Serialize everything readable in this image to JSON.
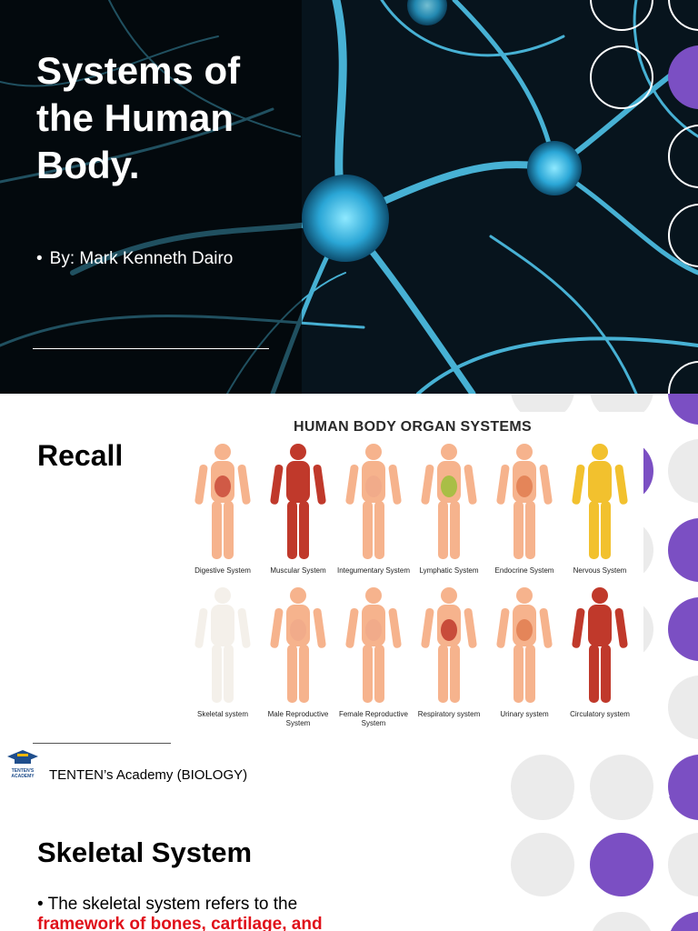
{
  "slide1": {
    "title": "Systems of the Human Body.",
    "bullet": "•",
    "author": "By: Mark Kenneth Dairo",
    "accent_color": "#7b4fc3"
  },
  "slide2": {
    "heading": "Recall",
    "chart_title": "HUMAN BODY ORGAN SYSTEMS",
    "systems_row1": [
      "Digestive System",
      "Muscular System",
      "Integumentary System",
      "Lymphatic System",
      "Endocrine System",
      "Nervous System"
    ],
    "systems_row2": [
      "Skeletal system",
      "Male Reproductive System",
      "Female Reproductive System",
      "Respiratory system",
      "Urinary system",
      "Circulatory system"
    ],
    "footer": "TENTEN’s Academy (BIOLOGY)",
    "logo_text": "TENTEN'S ACADEMY"
  },
  "slide3": {
    "heading": "Skeletal System",
    "bullet": "•",
    "body_prefix": "The skeletal system refers to the",
    "body_highlight": "framework of bones, cartilage, and"
  }
}
